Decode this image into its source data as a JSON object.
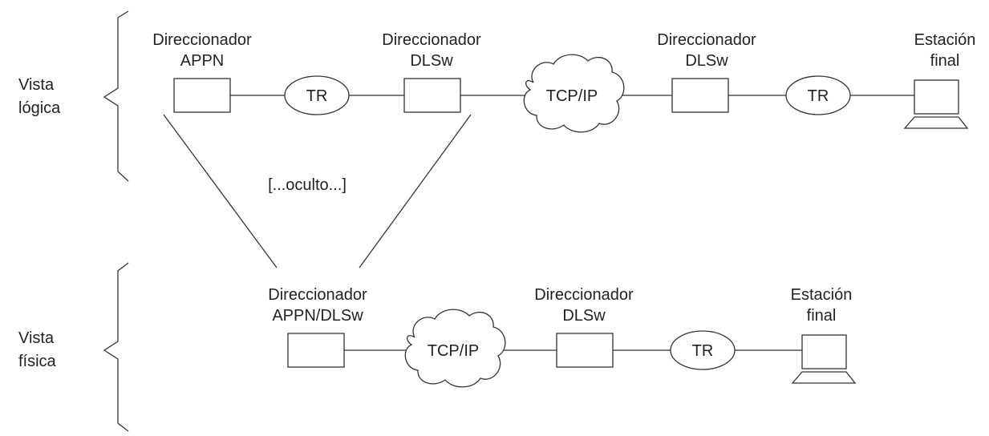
{
  "views": {
    "logical": [
      "Vista",
      "lógica"
    ],
    "physical": [
      "Vista",
      "física"
    ]
  },
  "logical_view": {
    "router_appn": [
      "Direccionador",
      "APPN"
    ],
    "tr_left": "TR",
    "router_dlsw_a": [
      "Direccionador",
      "DLSw"
    ],
    "cloud": "TCP/IP",
    "router_dlsw_b": [
      "Direccionador",
      "DLSw"
    ],
    "tr_right": "TR",
    "end_station": [
      "Estación",
      "final"
    ]
  },
  "hidden_note": "[...oculto...]",
  "physical_view": {
    "router_appn_dlsw": [
      "Direccionador",
      "APPN/DLSw"
    ],
    "cloud": "TCP/IP",
    "router_dlsw": [
      "Direccionador",
      "DLSw"
    ],
    "tr": "TR",
    "end_station": [
      "Estación",
      "final"
    ]
  }
}
